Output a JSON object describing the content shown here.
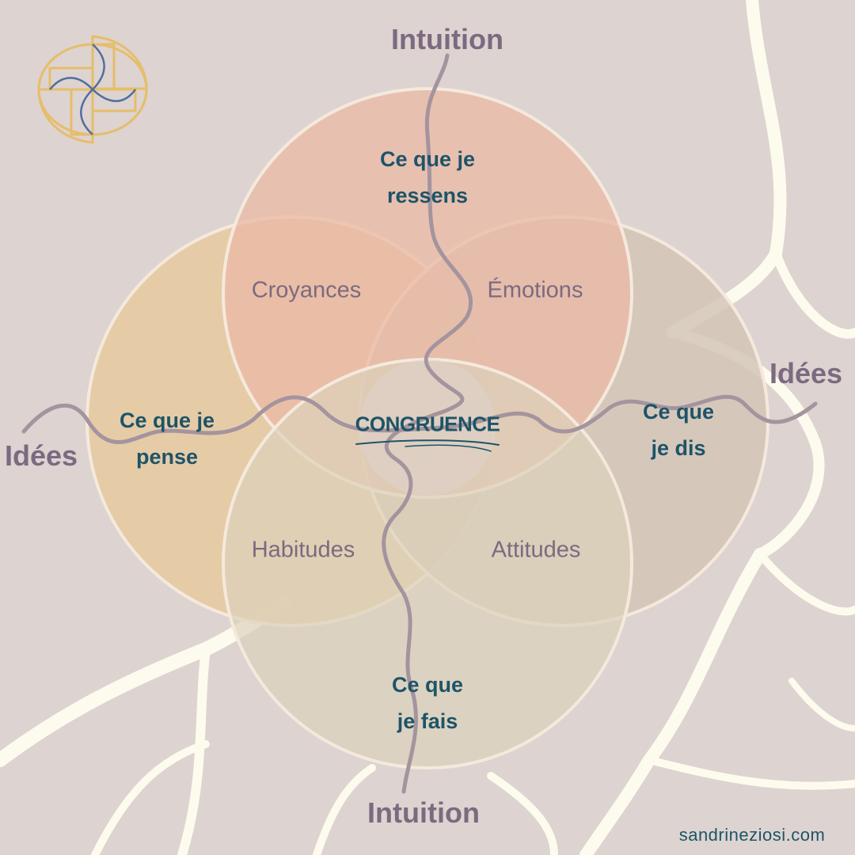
{
  "logo": {
    "name": "logo-mark"
  },
  "axes": {
    "top": "Intuition",
    "bottom": "Intuition",
    "left": "Idées",
    "right": "Idées"
  },
  "circles": {
    "top": {
      "label": "Ce que je ressens",
      "line1": "Ce que je",
      "line2": "ressens",
      "color": "#e9bba8"
    },
    "left": {
      "label": "Ce que je pense",
      "line1": "Ce que je",
      "line2": "pense",
      "color": "#e8c9a0"
    },
    "right": {
      "label": "Ce que je dis",
      "line1": "Ce que",
      "line2": "je dis",
      "color": "#d9cbbc"
    },
    "bottom": {
      "label": "Ce que je fais",
      "line1": "Ce que",
      "line2": "je fais",
      "color": "#dcd2bb"
    }
  },
  "overlaps": {
    "top_left": "Croyances",
    "top_right": "Émotions",
    "bottom_left": "Habitudes",
    "bottom_right": "Attitudes"
  },
  "center": "CONGRUENCE",
  "footer": {
    "website": "sandrineziosi.com"
  }
}
